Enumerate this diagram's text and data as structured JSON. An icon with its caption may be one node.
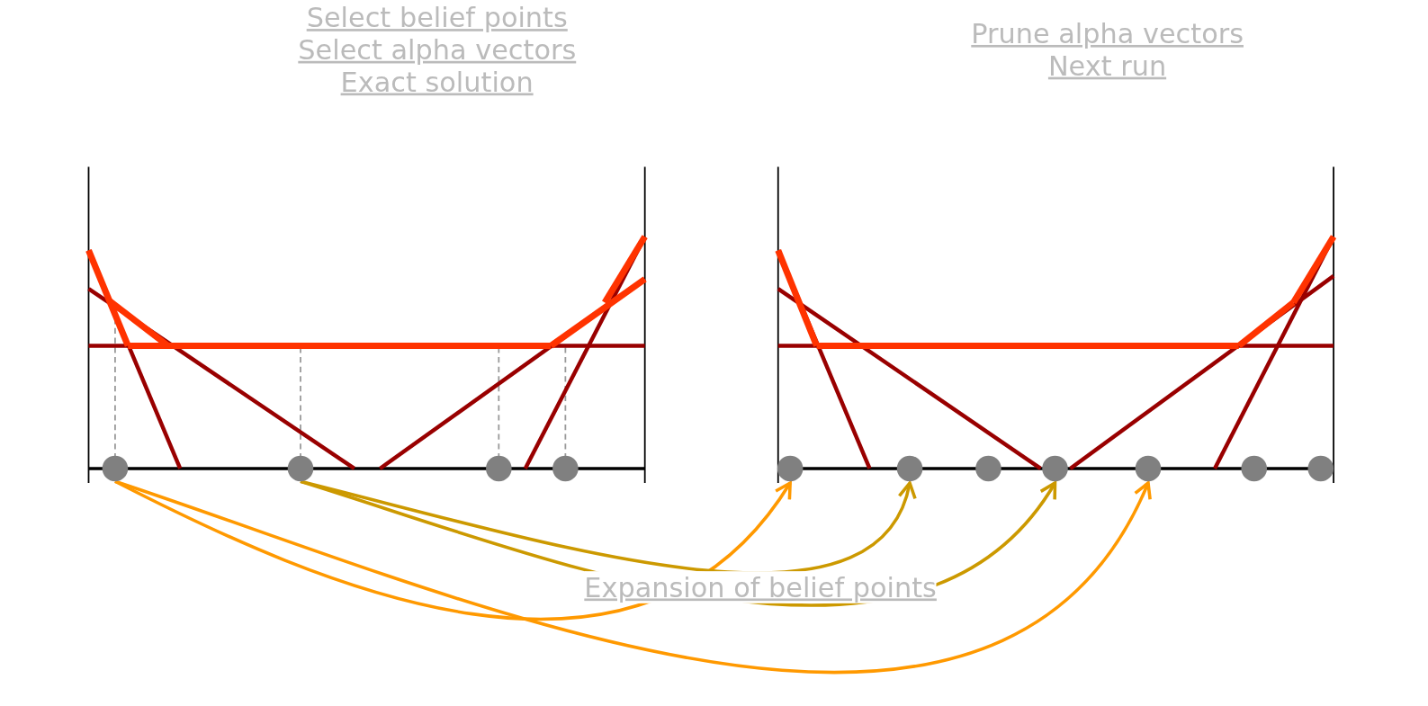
{
  "diagram": {
    "nodes": [
      {
        "text": [],
        "shape": "circle"
      },
      {
        "text": [],
        "shape": "circle"
      },
      {
        "text": [],
        "shape": "circle"
      },
      {
        "text": [],
        "shape": "circle"
      },
      {
        "text": [],
        "shape": "circle"
      },
      {
        "text": [],
        "shape": "circle"
      },
      {
        "text": [],
        "shape": "circle"
      },
      {
        "text": [],
        "shape": "circle"
      },
      {
        "text": [],
        "shape": "circle"
      },
      {
        "text": [],
        "shape": "circle"
      },
      {
        "text": [],
        "shape": "circle"
      }
    ],
    "edges": [
      {
        "from": 0,
        "to": 4,
        "arrow": "to",
        "color": "#ff9900"
      },
      {
        "from": 0,
        "to": 8,
        "arrow": "to",
        "color": "#ff9900"
      },
      {
        "from": 1,
        "to": 5,
        "arrow": "to",
        "color": "#cc9900"
      },
      {
        "from": 1,
        "to": 7,
        "arrow": "to",
        "color": "#cc9900"
      }
    ],
    "labels": [
      "Select belief points",
      "Select alpha vectors",
      "Exact solution",
      "Prune alpha vectors",
      "Next run",
      "Expansion of belief points"
    ]
  }
}
